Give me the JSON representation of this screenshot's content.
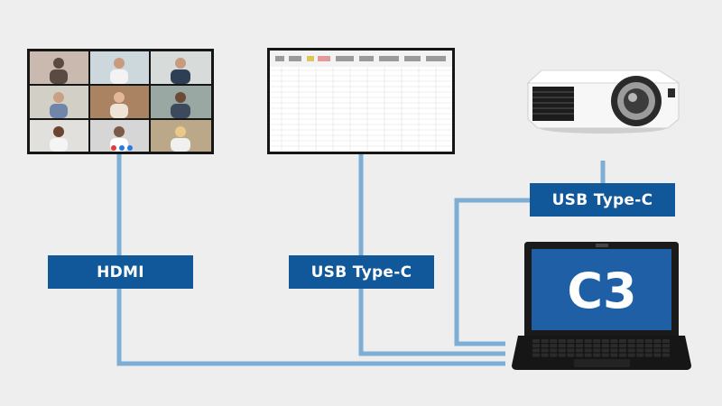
{
  "connections": {
    "hdmi_label": "HDMI",
    "usb_c_monitor_label": "USB Type-C",
    "usb_c_projector_label": "USB Type-C"
  },
  "laptop": {
    "screen_text": "C3"
  },
  "colors": {
    "background": "#eeeeee",
    "cable": "#7eaed4",
    "label_bg": "#11589a",
    "laptop_screen": "#1f5fa6"
  }
}
